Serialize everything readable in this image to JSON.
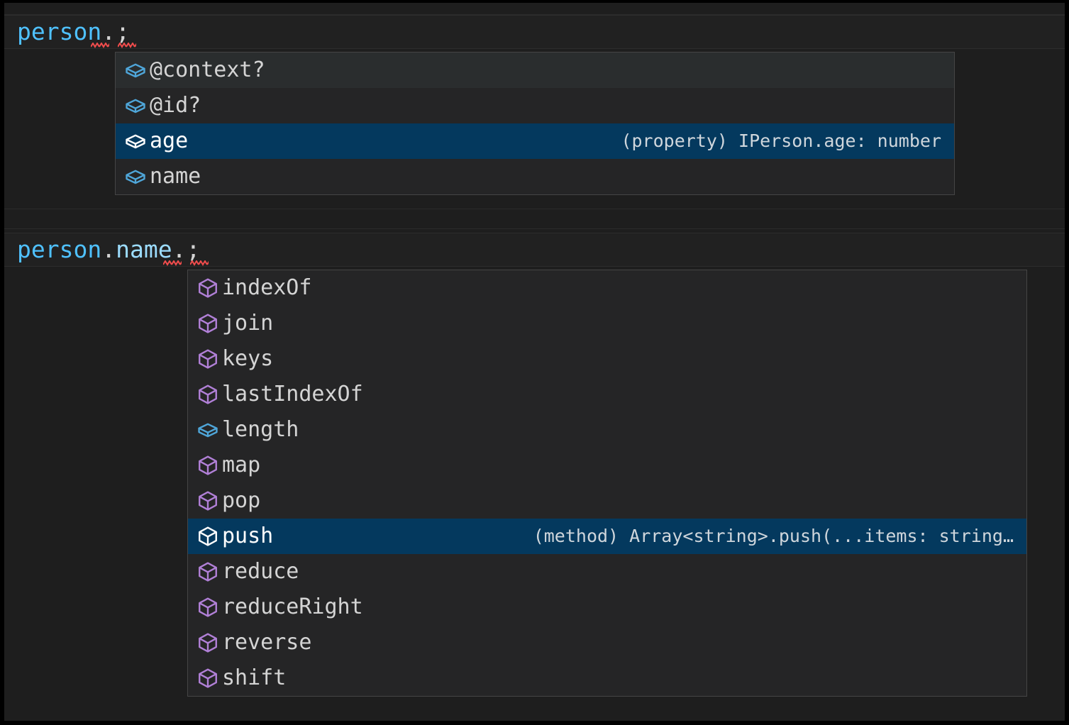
{
  "theme": {
    "editor_background": "#1e1e1e",
    "widget_background": "#252526",
    "widget_border": "#454545",
    "selected_row_background": "#04395e",
    "hover_row_background": "#2a2d2e",
    "text_color": "#d4d4d4",
    "variable_color": "#4fc1ff",
    "property_color": "#9cdcfe",
    "punctuation_color": "#d4d4d4",
    "error_squiggle_color": "#f14c4c",
    "method_icon_color": "#b180d7",
    "property_icon_color": "#4fa6d9",
    "selected_icon_color": "#ffffff"
  },
  "editor": {
    "lines": [
      {
        "id": "line-1",
        "tokens": [
          {
            "text": "person",
            "kind": "variable"
          },
          {
            "text": ".",
            "kind": "punct"
          },
          {
            "text": ";",
            "kind": "punct"
          }
        ],
        "plain": "person.;",
        "has_error_squiggle": true
      },
      {
        "id": "line-2",
        "tokens": [
          {
            "text": "person",
            "kind": "variable"
          },
          {
            "text": ".",
            "kind": "punct"
          },
          {
            "text": "name",
            "kind": "property"
          },
          {
            "text": ".",
            "kind": "punct"
          },
          {
            "text": ";",
            "kind": "punct"
          }
        ],
        "plain": "person.name.;",
        "has_error_squiggle": true
      }
    ]
  },
  "suggest_widgets": [
    {
      "id": "suggest-widget-person",
      "for_expression": "person.",
      "items": [
        {
          "label": "@context?",
          "icon": "property-cube-icon",
          "icon_kind": "property",
          "state": "hover",
          "detail": ""
        },
        {
          "label": "@id?",
          "icon": "property-cube-icon",
          "icon_kind": "property",
          "state": "normal",
          "detail": ""
        },
        {
          "label": "age",
          "icon": "property-cube-icon",
          "icon_kind": "property",
          "state": "selected",
          "detail": "(property) IPerson.age: number"
        },
        {
          "label": "name",
          "icon": "property-cube-icon",
          "icon_kind": "property",
          "state": "normal",
          "detail": ""
        }
      ]
    },
    {
      "id": "suggest-widget-person-name",
      "for_expression": "person.name.",
      "items": [
        {
          "label": "indexOf",
          "icon": "method-cube-icon",
          "icon_kind": "method",
          "state": "normal",
          "detail": ""
        },
        {
          "label": "join",
          "icon": "method-cube-icon",
          "icon_kind": "method",
          "state": "normal",
          "detail": ""
        },
        {
          "label": "keys",
          "icon": "method-cube-icon",
          "icon_kind": "method",
          "state": "normal",
          "detail": ""
        },
        {
          "label": "lastIndexOf",
          "icon": "method-cube-icon",
          "icon_kind": "method",
          "state": "normal",
          "detail": ""
        },
        {
          "label": "length",
          "icon": "property-cube-icon",
          "icon_kind": "property",
          "state": "normal",
          "detail": ""
        },
        {
          "label": "map",
          "icon": "method-cube-icon",
          "icon_kind": "method",
          "state": "normal",
          "detail": ""
        },
        {
          "label": "pop",
          "icon": "method-cube-icon",
          "icon_kind": "method",
          "state": "normal",
          "detail": ""
        },
        {
          "label": "push",
          "icon": "method-cube-icon",
          "icon_kind": "method",
          "state": "selected",
          "detail": "(method) Array<string>.push(...items: string…"
        },
        {
          "label": "reduce",
          "icon": "method-cube-icon",
          "icon_kind": "method",
          "state": "normal",
          "detail": ""
        },
        {
          "label": "reduceRight",
          "icon": "method-cube-icon",
          "icon_kind": "method",
          "state": "normal",
          "detail": ""
        },
        {
          "label": "reverse",
          "icon": "method-cube-icon",
          "icon_kind": "method",
          "state": "normal",
          "detail": ""
        },
        {
          "label": "shift",
          "icon": "method-cube-icon",
          "icon_kind": "method",
          "state": "normal",
          "detail": ""
        }
      ]
    }
  ]
}
